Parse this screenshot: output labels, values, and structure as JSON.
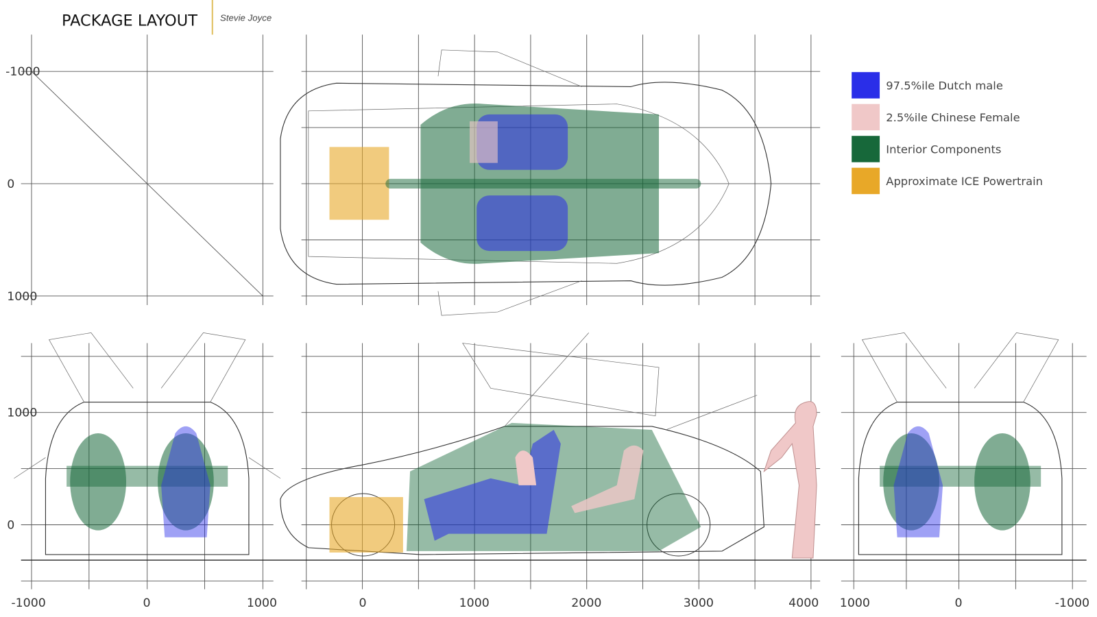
{
  "header": {
    "title": "PACKAGE LAYOUT",
    "author": "Stevie Joyce"
  },
  "legend": [
    {
      "label": "97.5%ile Dutch male",
      "color": "#2a2ee8"
    },
    {
      "label": "2.5%ile Chinese Female",
      "color": "#f0c8c8"
    },
    {
      "label": "Interior Components",
      "color": "#17683a"
    },
    {
      "label": "Approximate ICE Powertrain",
      "color": "#e8a828"
    }
  ],
  "axes": {
    "top_left_y": [
      "-1000",
      "0",
      "1000"
    ],
    "bottom_left_y": [
      "1000",
      "0"
    ],
    "front_x": [
      "-1000",
      "0",
      "1000"
    ],
    "side_x": [
      "0",
      "1000",
      "2000",
      "3000",
      "4000"
    ],
    "rear_x": [
      "1000",
      "0",
      "-1000"
    ]
  }
}
